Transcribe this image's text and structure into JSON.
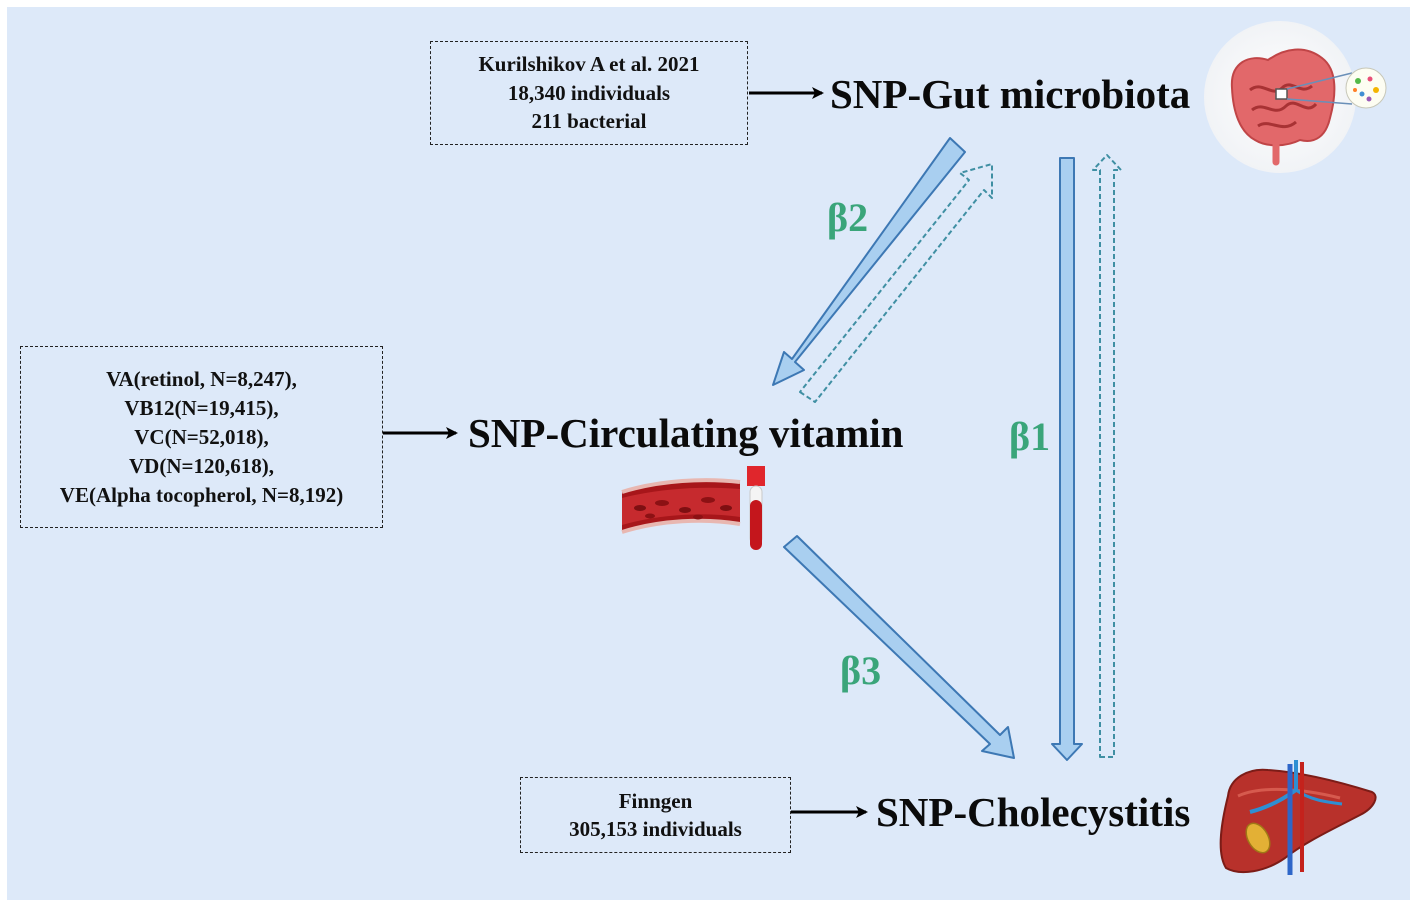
{
  "sources": {
    "gut": [
      "Kurilshikov A et al. 2021",
      "18,340 individuals",
      "211 bacterial"
    ],
    "vitamin": [
      "VA(retinol, N=8,247),",
      "VB12(N=19,415),",
      "VC(N=52,018),",
      "VD(N=120,618),",
      "VE(Alpha tocopherol, N=8,192)"
    ],
    "cholecystitis": [
      "Finngen",
      "305,153 individuals"
    ]
  },
  "nodes": {
    "gut": "SNP-Gut microbiota",
    "vitamin": "SNP-Circulating vitamin",
    "cholecystitis": "SNP-Cholecystitis"
  },
  "paths": {
    "beta1": "β1",
    "beta2": "β2",
    "beta3": "β3"
  },
  "icons": [
    "intestine-icon",
    "blood-vessel-icon",
    "blood-tube-icon",
    "liver-icon"
  ],
  "colors": {
    "background": "#dde9f9",
    "arrow_fill": "#a9cff0",
    "arrow_stroke": "#3d78b4",
    "dashed_arrow": "#3f8fa3",
    "beta_label": "#3aa57a",
    "blood": "#b51b1f"
  }
}
